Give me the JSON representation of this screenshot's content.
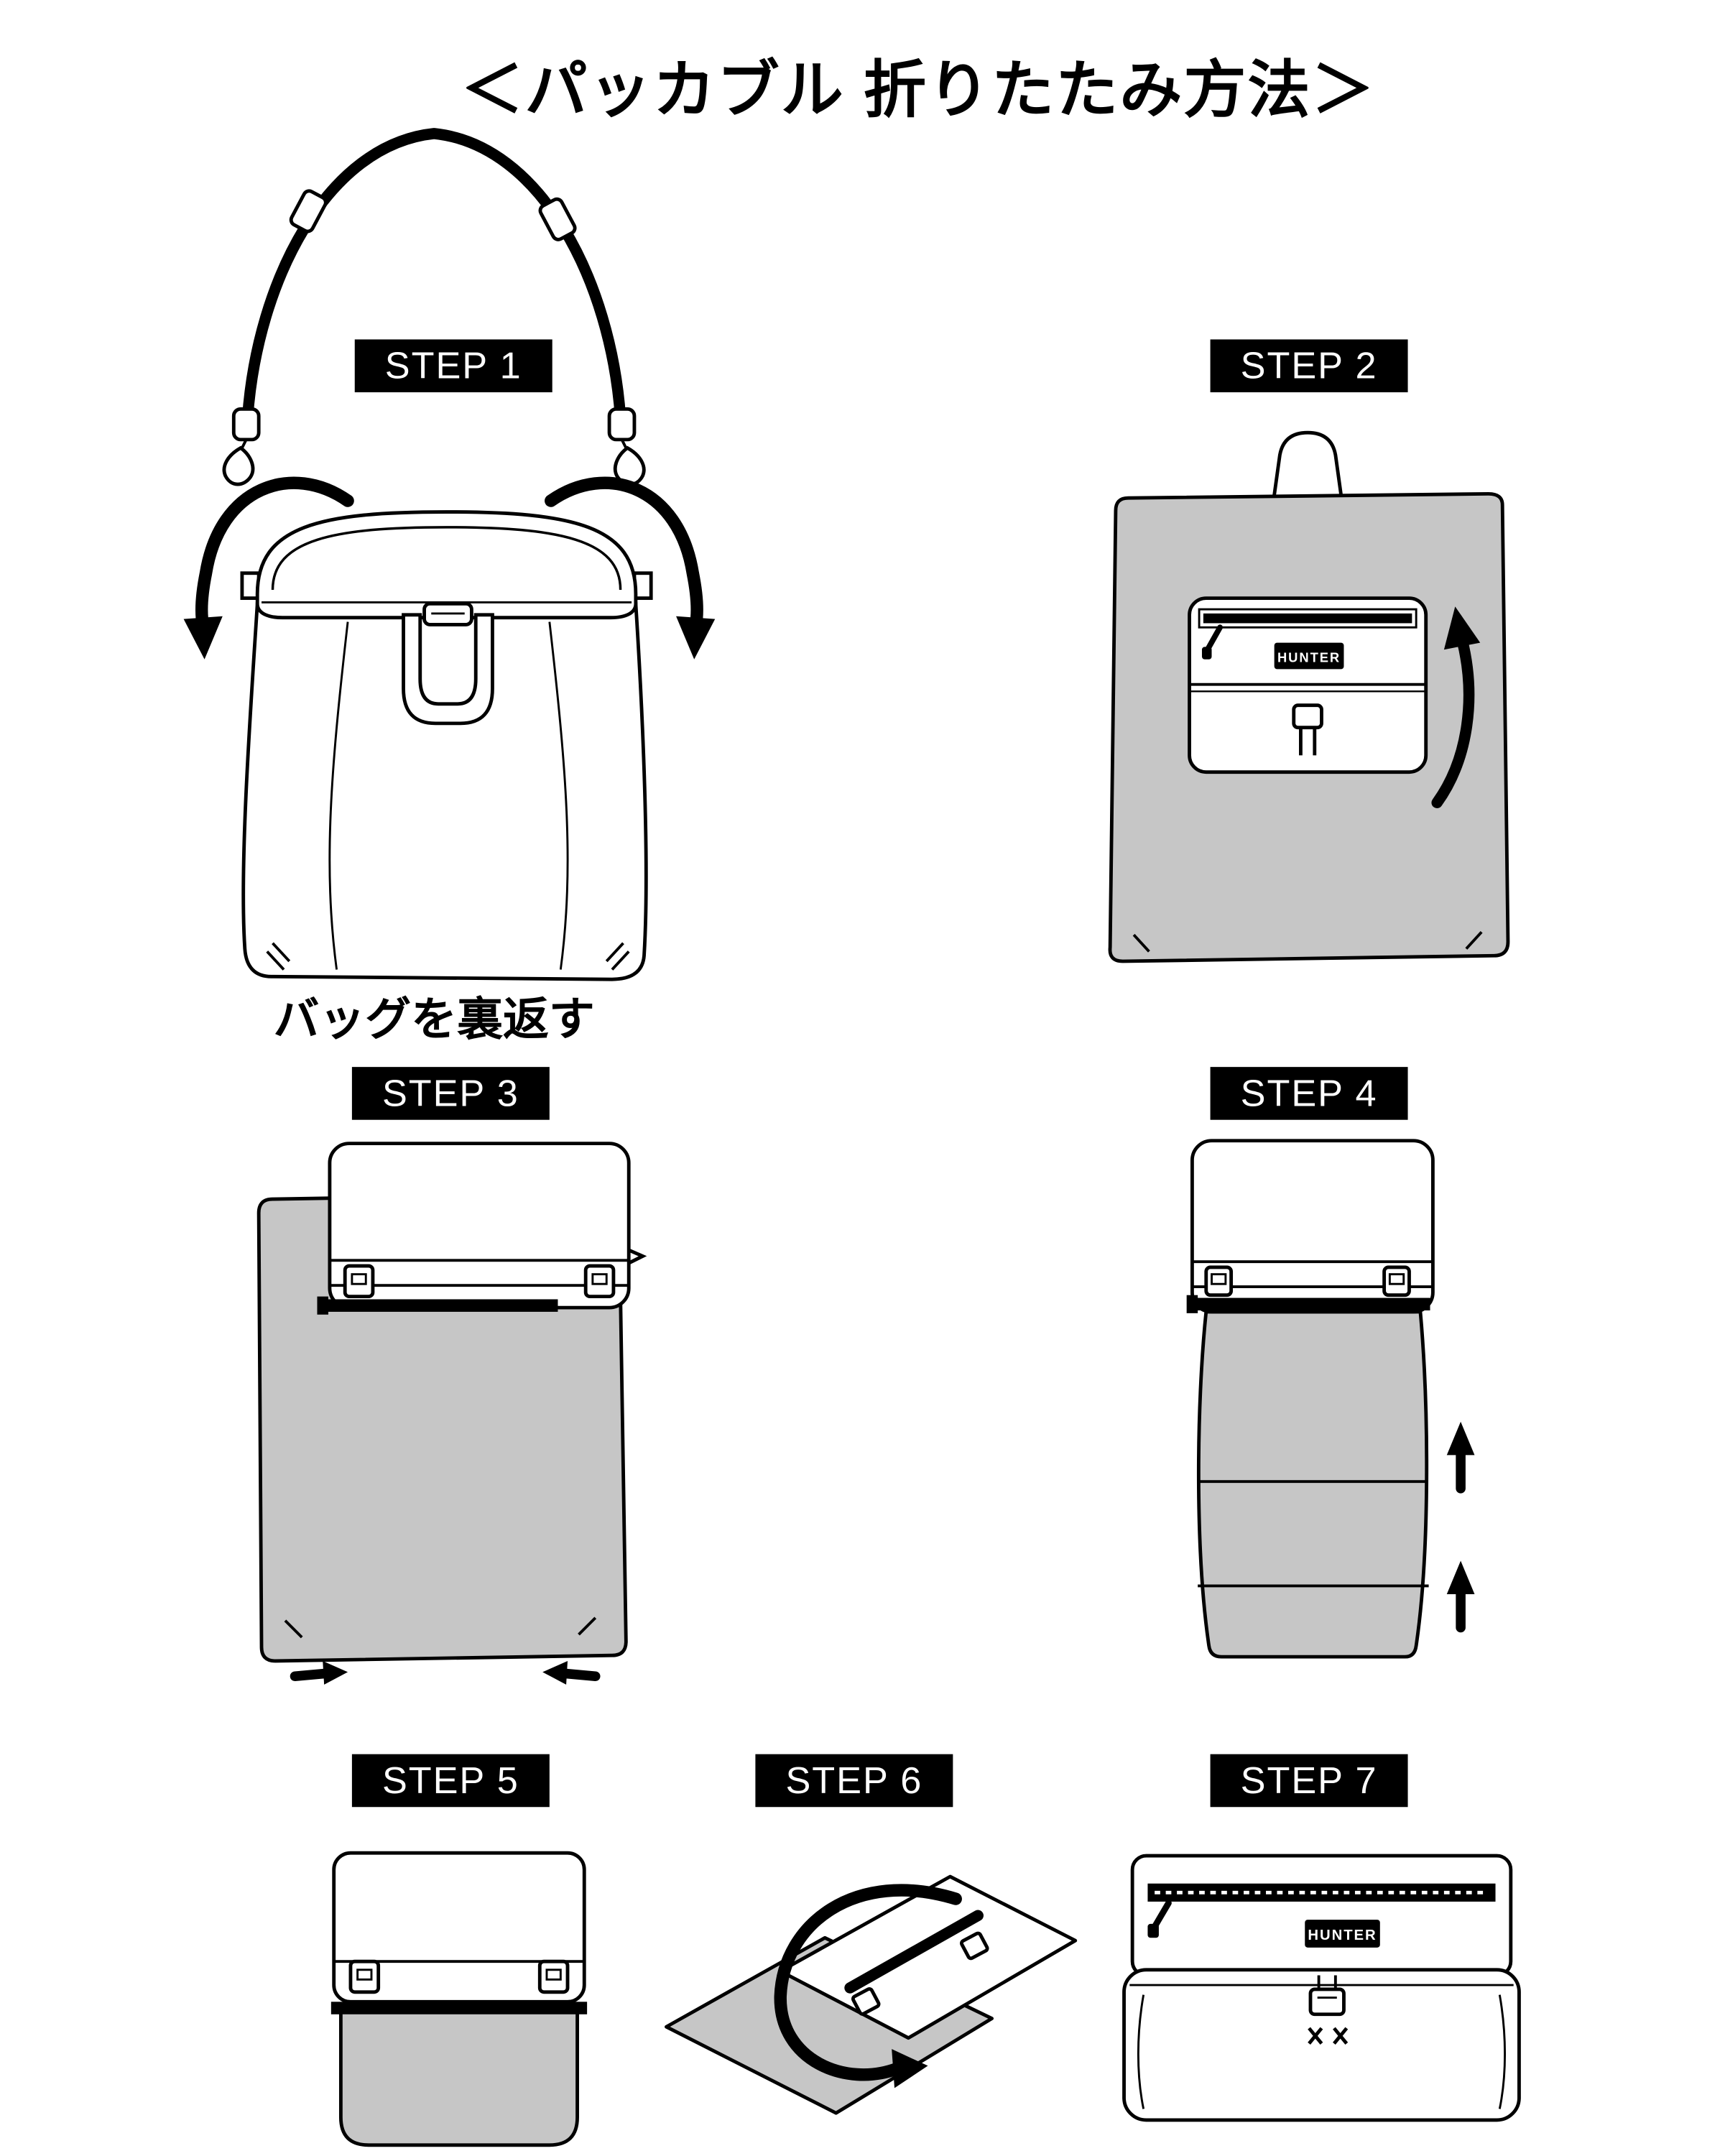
{
  "title": "＜パッカブル 折りたたみ方法＞",
  "caption_step1": "バッグを裏返す",
  "brand": "HUNTER",
  "steps": [
    {
      "label": "STEP 1"
    },
    {
      "label": "STEP 2"
    },
    {
      "label": "STEP 3"
    },
    {
      "label": "STEP 4"
    },
    {
      "label": "STEP 5"
    },
    {
      "label": "STEP 6"
    },
    {
      "label": "STEP 7"
    }
  ],
  "colors": {
    "background": "#ffffff",
    "bag_gray": "#c6c6c6",
    "outline": "#000000",
    "label_bg": "#000000",
    "label_text": "#ffffff"
  }
}
